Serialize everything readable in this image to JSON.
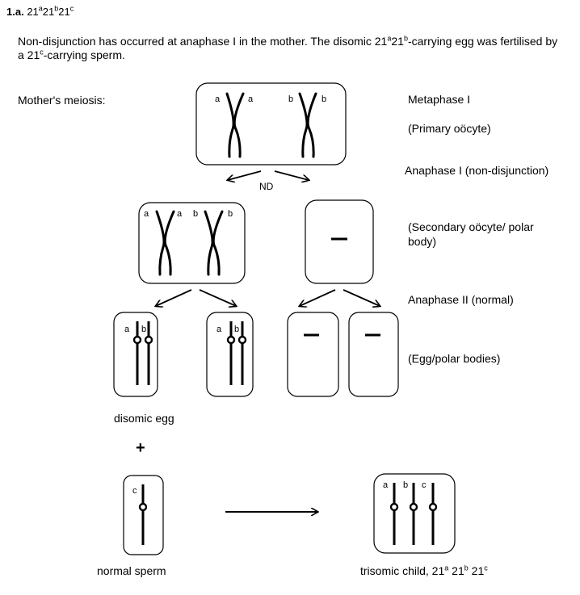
{
  "heading": {
    "label": "1.a.",
    "genotype": [
      "21",
      "a",
      "21",
      "b",
      "21",
      "c"
    ]
  },
  "intro": {
    "part1": "Non-disjunction has occurred at anaphase I in the mother. The disomic 21",
    "sup1": "a",
    "part2": "21",
    "sup2": "b",
    "part3": "-carrying egg   was fertilised by a 21",
    "sup3": "c",
    "part4": "-carrying sperm."
  },
  "labels": {
    "mothers_meiosis": "Mother's meiosis:",
    "metaphase": "Metaphase I",
    "primary": "(Primary oöcyte)",
    "anaphase1": "Anaphase I (non-disjunction)",
    "nd": "ND",
    "secondary": "(Secondary oöcyte/ polar body)",
    "anaphase2": "Anaphase II (normal)",
    "egg_polar": "(Egg/polar bodies)",
    "disomic": "disomic egg",
    "plus": "+",
    "sperm": "normal sperm",
    "child_prefix": "trisomic child, 21",
    "child_a": "a",
    "child_b": "b",
    "child_c": "c"
  },
  "alleles": {
    "a": "a",
    "b": "b",
    "c": "c"
  }
}
